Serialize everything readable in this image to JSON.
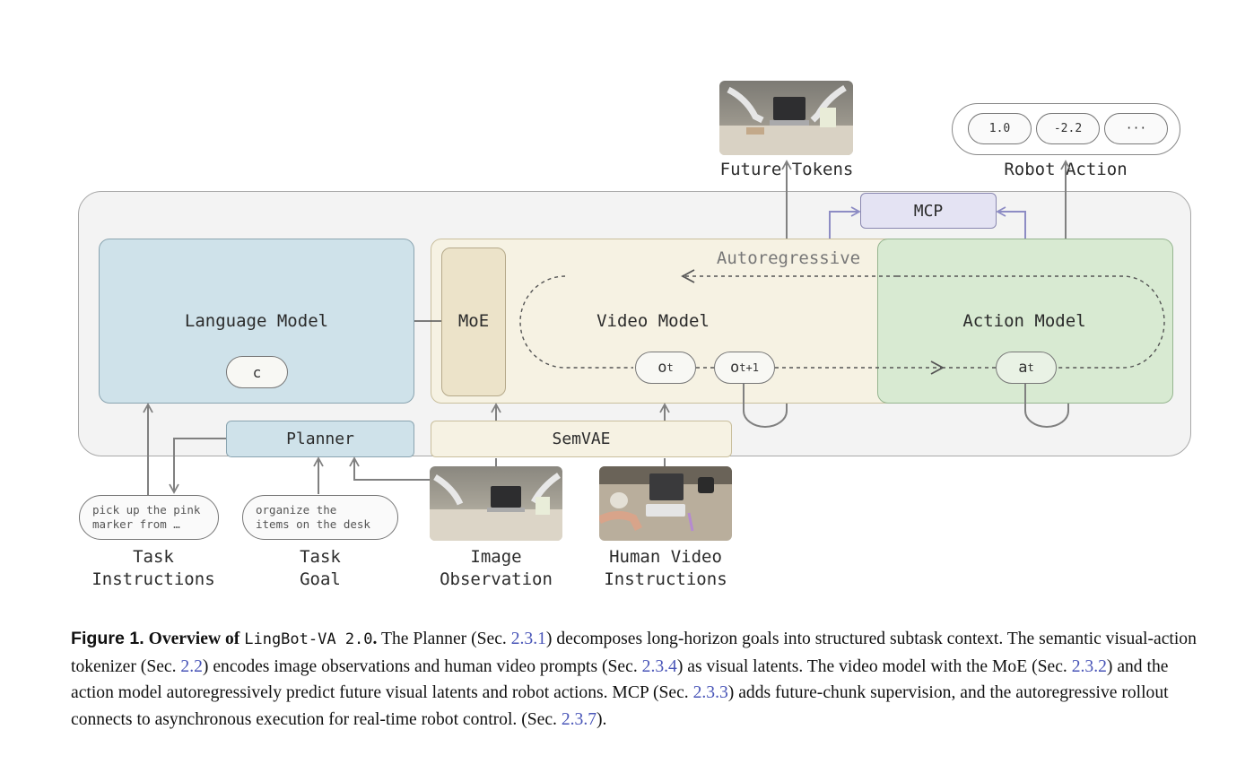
{
  "diagram": {
    "future_tokens_label": "Future Tokens",
    "robot_action_label": "Robot Action",
    "robot_action_values": [
      "1.0",
      "-2.2",
      "···"
    ],
    "mcp_label": "MCP",
    "autoregressive_label": "Autoregressive",
    "language_model_label": "Language Model",
    "language_context_token": "c",
    "moe_label": "MoE",
    "video_model_label": "Video Model",
    "action_model_label": "Action Model",
    "obs_token_base": "o",
    "obs_token_sub": "t",
    "obs_next_token_base": "o",
    "obs_next_token_sub": "t+1",
    "action_token_base": "a",
    "action_token_sub": "t",
    "planner_label": "Planner",
    "semvae_label": "SemVAE",
    "task_instruction_text_line1": "pick up the pink",
    "task_instruction_text_line2": "marker from …",
    "task_goal_text_line1": "organize the",
    "task_goal_text_line2": "items on the desk",
    "inputs": [
      {
        "line1": "Task",
        "line2": "Instructions"
      },
      {
        "line1": "Task",
        "line2": "Goal"
      },
      {
        "line1": "Image",
        "line2": "Observation"
      },
      {
        "line1": "Human Video",
        "line2": "Instructions"
      }
    ]
  },
  "caption": {
    "figure_label": "Figure 1.",
    "bold_prefix": "Overview of",
    "model_name": "LingBot-VA 2.0",
    "bold_suffix": ".",
    "s1": " The Planner (Sec. ",
    "r1": "2.3.1",
    "s2": ") decomposes long-horizon goals into structured subtask context. The semantic visual-action tokenizer (Sec. ",
    "r2": "2.2",
    "s3": ") encodes image observations and human video prompts (Sec. ",
    "r3": "2.3.4",
    "s4": ") as visual latents. The video model with the MoE (Sec. ",
    "r4": "2.3.2",
    "s5": ") and the action model autoregressively predict future visual latents and robot actions. MCP (Sec. ",
    "r5": "2.3.3",
    "s6": ") adds future-chunk supervision, and the autoregressive rollout connects to asynchronous execution for real-time robot control. (Sec. ",
    "r6": "2.3.7",
    "s7": ")."
  },
  "colors": {
    "language_model_fill": "#cfe2ea",
    "video_model_fill": "#f6f2e3",
    "action_model_fill": "#d8ead2",
    "mcp_fill": "#e4e3f3",
    "reference_link": "#4a56b8"
  }
}
